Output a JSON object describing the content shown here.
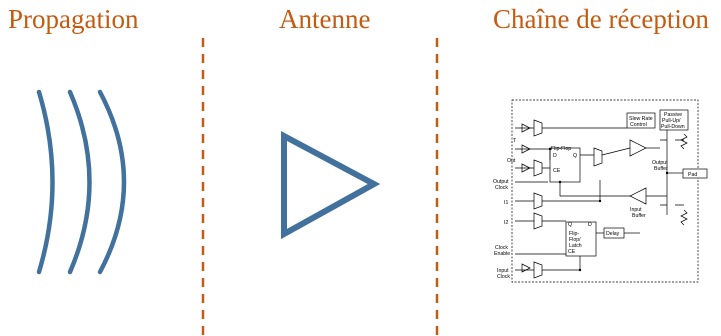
{
  "headings": {
    "propagation": "Propagation",
    "antenna": "Antenne",
    "receiver": "Chaîne de réception"
  },
  "colors": {
    "heading": "#c55a11",
    "divider": "#c55a11",
    "shape": "#41719c"
  },
  "schematic": {
    "inputs": [
      "T",
      "Out",
      "Output",
      "Clock",
      "I1",
      "I2",
      "Clock",
      "Enable",
      "Input",
      "Clock"
    ],
    "blocks": {
      "slew": [
        "Slew Rate",
        "Control"
      ],
      "passive": [
        "Passive",
        "Pull-Up/",
        "Pull-Down"
      ],
      "output_buffer": [
        "Output",
        "Buffer"
      ],
      "input_buffer": [
        "Input",
        "Buffer"
      ],
      "flipflop": "Flip-Flop",
      "latch": [
        "Flip-",
        "Flop/",
        "Latch"
      ],
      "delay": "Delay",
      "pad": "Pad",
      "pins": [
        "D",
        "Q",
        "CE",
        "Q",
        "D",
        "CE"
      ]
    }
  }
}
